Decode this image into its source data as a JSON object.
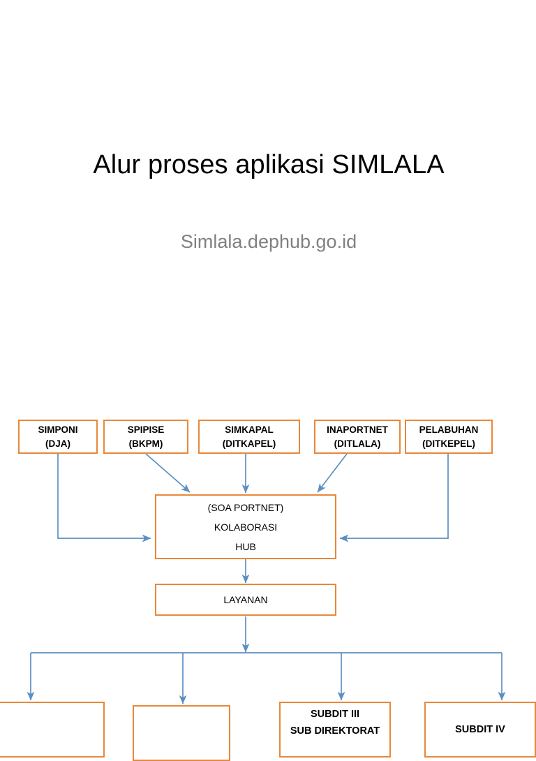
{
  "slide": {
    "title": "Alur proses aplikasi SIMLALA",
    "subtitle": "Simlala.dephub.go.id"
  },
  "theme": {
    "box_border": "#E8883A",
    "connector": "#5B8FC0",
    "title_color": "#000000",
    "subtitle_color": "#808080",
    "background": "#FFFFFF"
  },
  "chart_data": {
    "type": "diagram",
    "title": "Alur proses aplikasi SIMLALA",
    "subtitle": "Simlala.dephub.go.id",
    "orientation": "top-down",
    "sources": [
      {
        "id": "simponi",
        "name": "SIMPONI",
        "owner": "(DJA)"
      },
      {
        "id": "spipise",
        "name": "SPIPISE",
        "owner": "(BKPM)"
      },
      {
        "id": "simkapal",
        "name": "SIMKAPAL",
        "owner": "(DITKAPEL)"
      },
      {
        "id": "inaportnet",
        "name": "INAPORTNET",
        "owner": "(DITLALA)"
      },
      {
        "id": "pelabuhan",
        "name": "PELABUHAN",
        "owner": "(DITKEPEL)"
      }
    ],
    "hub": {
      "id": "hub",
      "lines": [
        "(SOA PORTNET)",
        "KOLABORASI",
        "HUB"
      ]
    },
    "service": {
      "id": "layanan",
      "label": "LAYANAN"
    },
    "outputs": [
      {
        "id": "subdit-1",
        "lines": []
      },
      {
        "id": "subdit-2",
        "lines": []
      },
      {
        "id": "subdit-3",
        "lines": [
          "SUBDIT III",
          "SUB DIREKTORAT"
        ]
      },
      {
        "id": "subdit-4",
        "lines": [
          "SUBDIT IV"
        ]
      }
    ],
    "edges": [
      {
        "from": "simponi",
        "to": "hub",
        "style": "elbow-down-right"
      },
      {
        "from": "spipise",
        "to": "hub",
        "style": "diagonal"
      },
      {
        "from": "simkapal",
        "to": "hub",
        "style": "straight-down"
      },
      {
        "from": "inaportnet",
        "to": "hub",
        "style": "diagonal"
      },
      {
        "from": "pelabuhan",
        "to": "hub",
        "style": "elbow-down-left"
      },
      {
        "from": "hub",
        "to": "layanan",
        "style": "straight-down"
      },
      {
        "from": "layanan",
        "to": "subdit-1",
        "style": "bus-branch"
      },
      {
        "from": "layanan",
        "to": "subdit-2",
        "style": "bus-branch"
      },
      {
        "from": "layanan",
        "to": "subdit-3",
        "style": "bus-branch"
      },
      {
        "from": "layanan",
        "to": "subdit-4",
        "style": "bus-branch"
      }
    ]
  }
}
